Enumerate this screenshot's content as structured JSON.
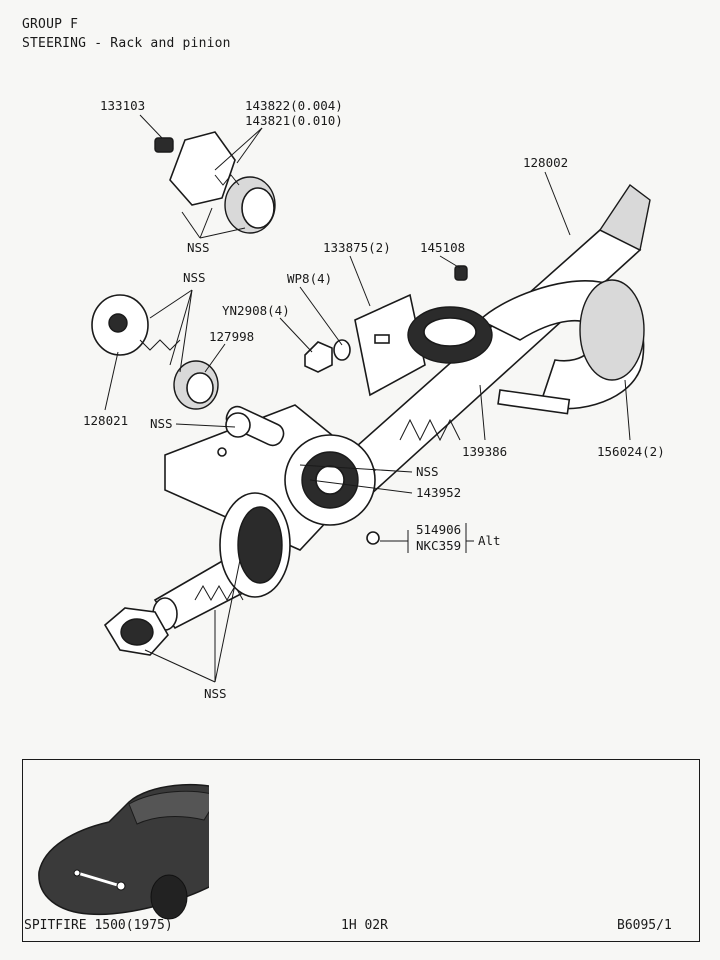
{
  "header": {
    "group": "GROUP F",
    "title": "STEERING - Rack and pinion"
  },
  "callouts": {
    "p133103": "133103",
    "p143822": "143822(0.004)",
    "p143821": "143821(0.010)",
    "nss_top": "NSS",
    "p128002": "128002",
    "p133875": "133875(2)",
    "p145108": "145108",
    "nss_left": "NSS",
    "wp8": "WP8(4)",
    "yn2908": "YN2908(4)",
    "p127998": "127998",
    "p128021": "128021",
    "nss_pinion": "NSS",
    "p139386": "139386",
    "p156024": "156024(2)",
    "nss_mid": "NSS",
    "p143952": "143952",
    "p514906": "514906",
    "nkc359": "NKC359",
    "alt": "Alt",
    "nss_bottom": "NSS"
  },
  "footer": {
    "model": "SPITFIRE 1500(1975)",
    "page_ref": "1H 02R",
    "plate": "B6095/1"
  }
}
